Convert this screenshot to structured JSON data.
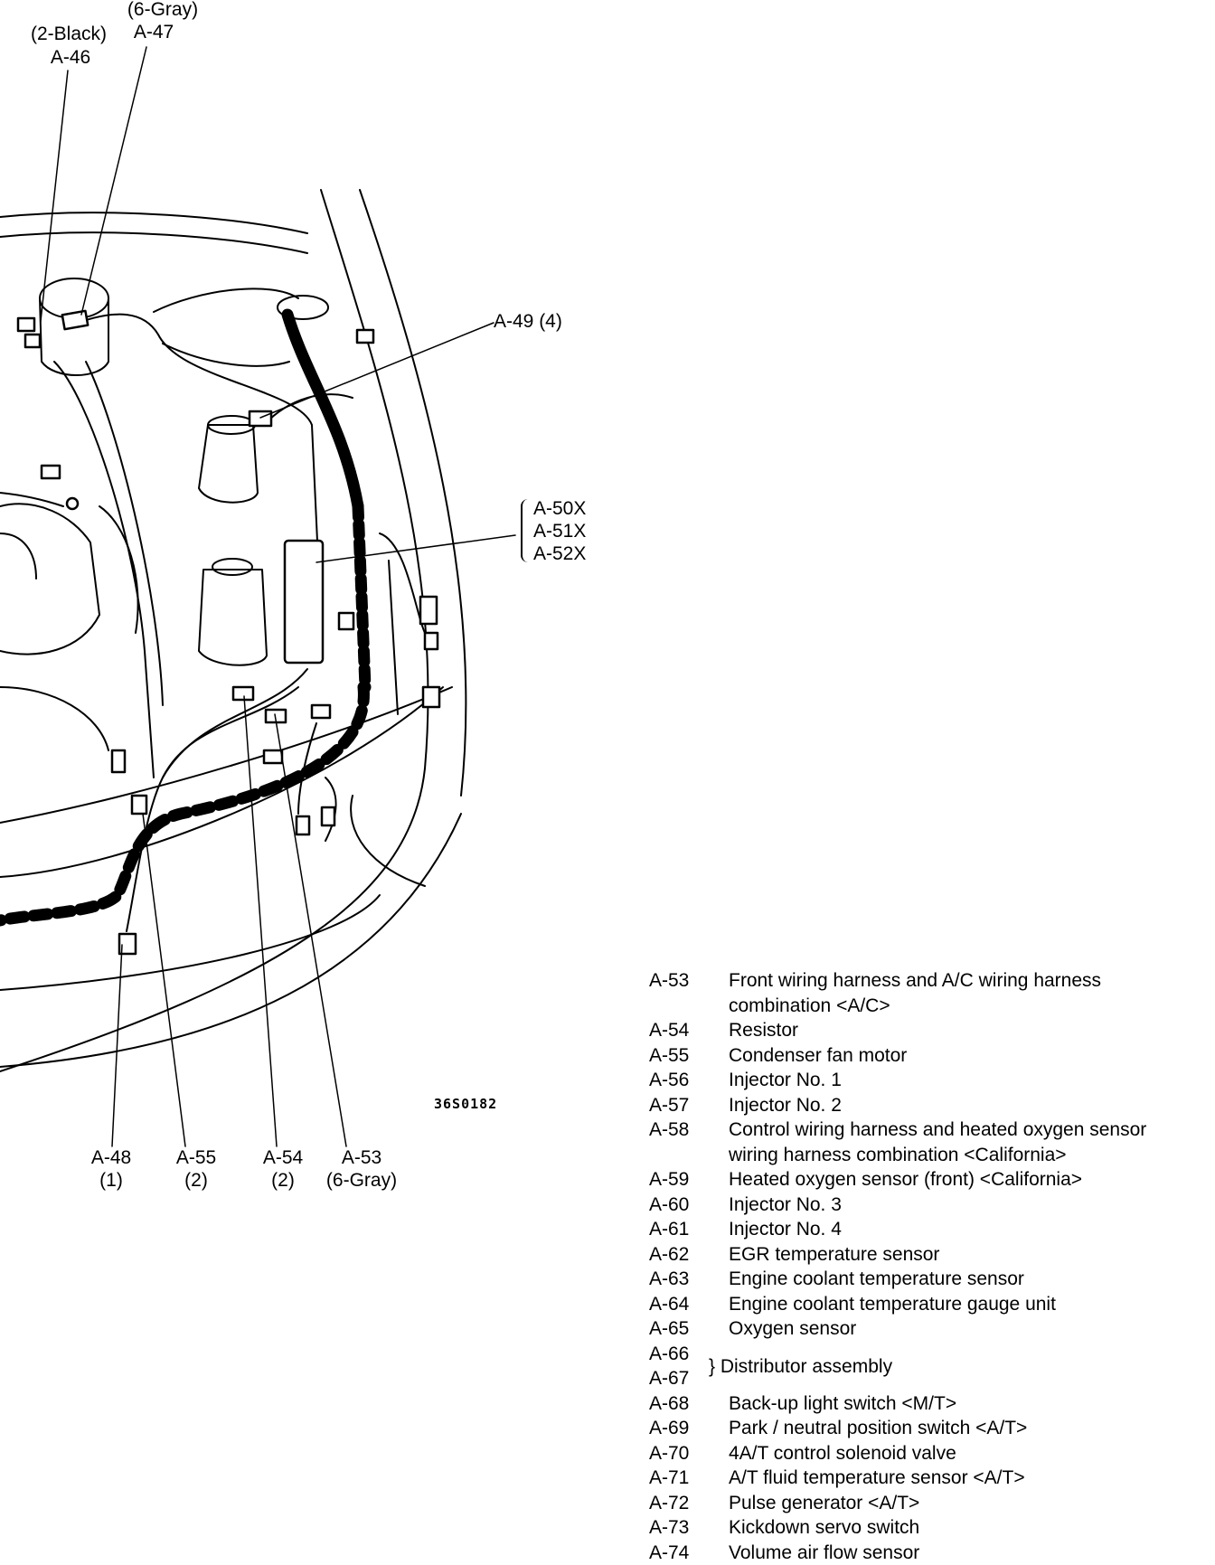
{
  "callouts": {
    "a47_color": "(6-Gray)",
    "a46_color": "(2-Black)",
    "a47": "A-47",
    "a46": "A-46",
    "a49": "A-49  (4)",
    "a50": "A-50X",
    "a51": "A-51X",
    "a52": "A-52X",
    "a48": "A-48",
    "a48_pins": "(1)",
    "a55": "A-55",
    "a55_pins": "(2)",
    "a54": "A-54",
    "a54_pins": "(2)",
    "a53": "A-53",
    "a53_pins": "(6-Gray)"
  },
  "figure_code": "36S0182",
  "legend": [
    {
      "code": "A-53",
      "desc": "Front wiring harness and A/C wiring harness",
      "desc2": "combination <A/C>"
    },
    {
      "code": "A-54",
      "desc": "Resistor"
    },
    {
      "code": "A-55",
      "desc": "Condenser fan motor"
    },
    {
      "code": "A-56",
      "desc": "Injector No. 1"
    },
    {
      "code": "A-57",
      "desc": "Injector No. 2"
    },
    {
      "code": "A-58",
      "desc": "Control wiring harness and heated oxygen sensor",
      "desc2": "wiring harness combination <California>"
    },
    {
      "code": "A-59",
      "desc": "Heated oxygen sensor (front) <California>"
    },
    {
      "code": "A-60",
      "desc": "Injector No. 3"
    },
    {
      "code": "A-61",
      "desc": "Injector No. 4"
    },
    {
      "code": "A-62",
      "desc": "EGR temperature sensor"
    },
    {
      "code": "A-63",
      "desc": "Engine coolant temperature sensor"
    },
    {
      "code": "A-64",
      "desc": "Engine coolant temperature gauge unit"
    },
    {
      "code": "A-65",
      "desc": "Oxygen sensor"
    }
  ],
  "legend_group": {
    "code1": "A-66",
    "code2": "A-67",
    "desc": "} Distributor assembly"
  },
  "legend_tail": [
    {
      "code": "A-68",
      "desc": "Back-up light switch <M/T>"
    },
    {
      "code": "A-69",
      "desc": "Park / neutral position switch <A/T>"
    },
    {
      "code": "A-70",
      "desc": "4A/T control solenoid valve"
    },
    {
      "code": "A-71",
      "desc": "A/T fluid temperature sensor <A/T>"
    },
    {
      "code": "A-72",
      "desc": "Pulse generator <A/T>"
    },
    {
      "code": "A-73",
      "desc": "Kickdown servo switch"
    },
    {
      "code": "A-74",
      "desc": "Volume air flow sensor"
    }
  ]
}
